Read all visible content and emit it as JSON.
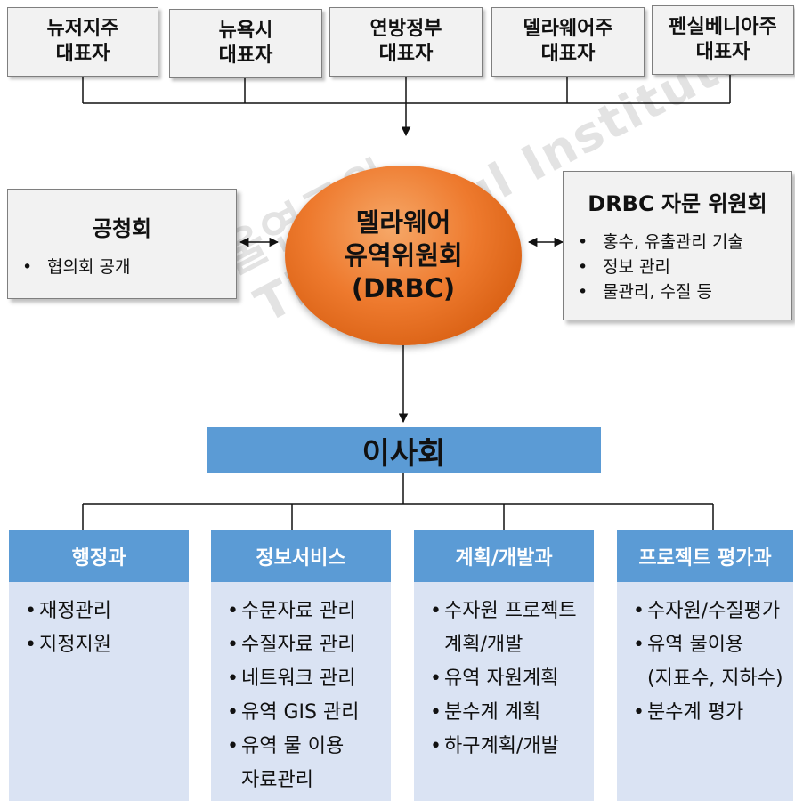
{
  "representatives": [
    {
      "line1": "뉴저지주",
      "line2": "대표자"
    },
    {
      "line1": "뉴욕시",
      "line2": "대표자"
    },
    {
      "line1": "연방정부",
      "line2": "대표자"
    },
    {
      "line1": "델라웨어주",
      "line2": "대표자"
    },
    {
      "line1": "펜실베니아주",
      "line2": "대표자"
    }
  ],
  "hearing": {
    "title": "공청회",
    "items": [
      "협의회 공개"
    ]
  },
  "center": {
    "line1": "델라웨어",
    "line2": "유역위원회",
    "line3": "(DRBC)"
  },
  "advisory": {
    "title": "DRBC 자문 위원회",
    "items": [
      "홍수, 유출관리 기술",
      "정보 관리",
      "물관리, 수질 등"
    ]
  },
  "board": {
    "title": "이사회"
  },
  "departments": [
    {
      "title": "행정과",
      "items": [
        "재정관리",
        "지정지원"
      ]
    },
    {
      "title": "정보서비스",
      "items": [
        "수문자료 관리",
        "수질자료 관리",
        "네트워크 관리",
        "유역 GIS 관리",
        "유역 물 이용\n자료관리"
      ]
    },
    {
      "title": "계획/개발과",
      "items": [
        "수자원 프로젝트\n계획/개발",
        "유역 자원계획",
        "분수계 계획",
        "하구계획/개발"
      ]
    },
    {
      "title": "프로젝트 평가과",
      "items": [
        "수자원/수질평가",
        "유역 물이용\n(지표수, 지하수)",
        "분수계 평가"
      ]
    }
  ],
  "watermark": {
    "korean": "서울연구원",
    "english": "The Seoul Institute"
  },
  "colors": {
    "accent_blue": "#5b9bd5",
    "light_blue": "#dae3f3",
    "orange": "#ee7a2e",
    "box_gray": "#f2f2f2"
  }
}
